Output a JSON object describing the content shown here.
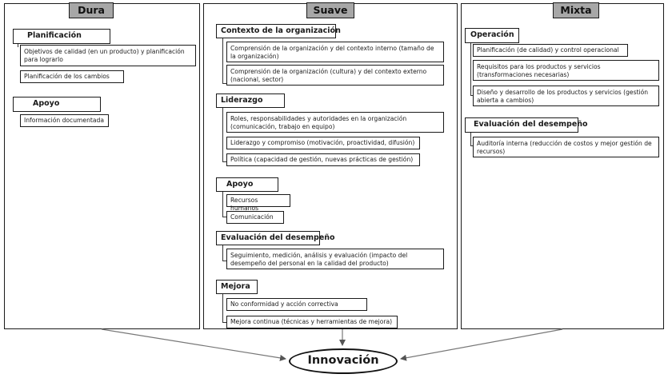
{
  "dura": {
    "header": "Dura",
    "planificacion": {
      "title": "Planificación",
      "items": [
        "Objetivos de calidad (en un producto) y planificación para lograrlo",
        "Planificación de los cambios"
      ]
    },
    "apoyo": {
      "title": "Apoyo",
      "items": [
        "Información documentada"
      ]
    }
  },
  "suave": {
    "header": "Suave",
    "contexto": {
      "title": "Contexto de la organización",
      "items": [
        "Comprensión de la organización y del contexto interno (tamaño de la organización)",
        "Comprensión de la organización (cultura) y del contexto externo (nacional, sector)"
      ]
    },
    "liderazgo": {
      "title": "Liderazgo",
      "items": [
        "Roles, responsabilidades y autoridades en la organización (comunicación, trabajo en equipo)",
        "Liderazgo y compromiso (motivación, proactividad, difusión)",
        "Política (capacidad de gestión, nuevas prácticas de gestión)"
      ]
    },
    "apoyo": {
      "title": "Apoyo",
      "items": [
        "Recursos humanos",
        "Comunicación"
      ]
    },
    "evaluacion": {
      "title": "Evaluación del desempeño",
      "items": [
        "Seguimiento, medición, análisis y evaluación (impacto del desempeño del personal en la calidad del producto)"
      ]
    },
    "mejora": {
      "title": "Mejora",
      "items": [
        "No conformidad y acción correctiva",
        "Mejora continua (técnicas y herramientas de mejora)"
      ]
    }
  },
  "mixta": {
    "header": "Mixta",
    "operacion": {
      "title": "Operación",
      "items": [
        "Planificación (de calidad) y control operacional",
        "Requisitos para los productos y servicios (transformaciones necesarias)",
        "Diseño y desarrollo de los productos y servicios (gestión abierta a cambios)"
      ]
    },
    "evaluacion": {
      "title": "Evaluación del desempeño",
      "items": [
        "Auditoría interna (reducción de costos y mejor gestión de recursos)"
      ]
    }
  },
  "result": "Innovación",
  "colors": {
    "header_fill": "#a7a7a7",
    "stroke": "#1a1a1a"
  }
}
